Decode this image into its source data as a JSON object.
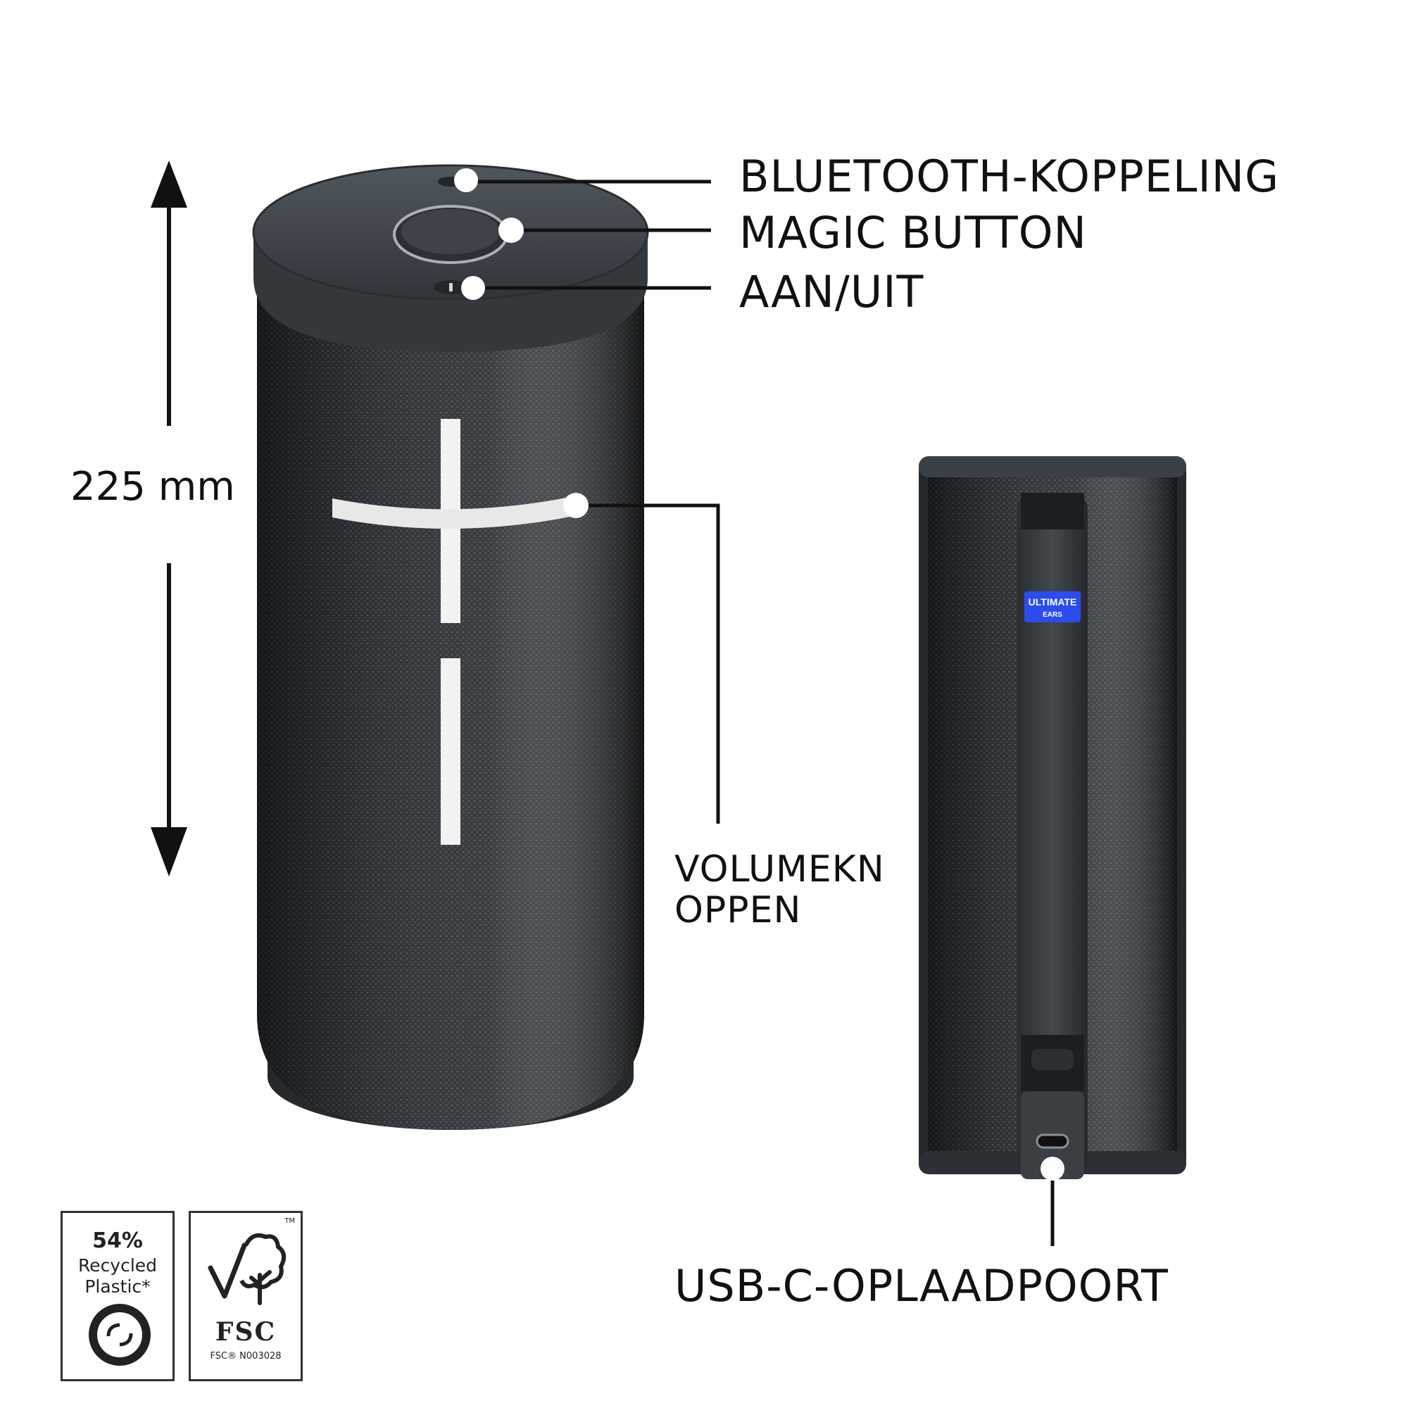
{
  "callouts": {
    "bluetooth": "BLUETOOTH-KOPPELING",
    "magic_button": "MAGIC BUTTON",
    "power": "AAN/UIT",
    "volume": "VOLUMEKN OPPEN",
    "usb_c": "USB-C-OPLAADPOORT"
  },
  "dimension": {
    "height": "225 mm"
  },
  "brand_tag": {
    "line1": "ULTIMATE",
    "line2": "EARS"
  },
  "badges": {
    "recycled": {
      "percent": "54%",
      "line1": "Recycled",
      "line2": "Plastic*",
      "icon": "recycle-icon"
    },
    "fsc": {
      "mark": "FSC",
      "code": "FSC® N003028",
      "tm": "TM",
      "icon": "tree-check-icon"
    }
  },
  "colors": {
    "speaker_body": "#2b2f33",
    "speaker_cap": "#3d4348",
    "brand_blue": "#2a4cf0",
    "leader_line": "#111111"
  }
}
